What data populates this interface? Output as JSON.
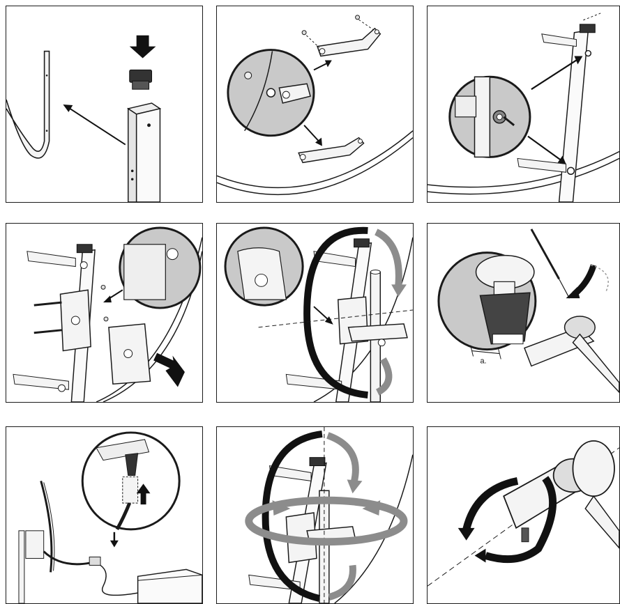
{
  "panels": [
    {
      "step": "insert-end-cap"
    },
    {
      "step": "attach-arms-to-dish"
    },
    {
      "step": "bolt-arm-mount-to-mast-arms"
    },
    {
      "step": "attach-mast-clamp"
    },
    {
      "step": "rotate-on-mast"
    },
    {
      "step": "mount-lnb"
    },
    {
      "step": "connect-cable"
    },
    {
      "step": "align-dish"
    },
    {
      "step": "rotate-lnb-skew"
    }
  ],
  "annotations": {
    "distance_label": "a."
  },
  "colors": {
    "stroke": "#1a1a1a",
    "magnifier_fill": "#c9c9c9",
    "part_fill": "#f4f4f4",
    "arrow": "#111111",
    "rotation_arrow": "#8c8c8c"
  }
}
